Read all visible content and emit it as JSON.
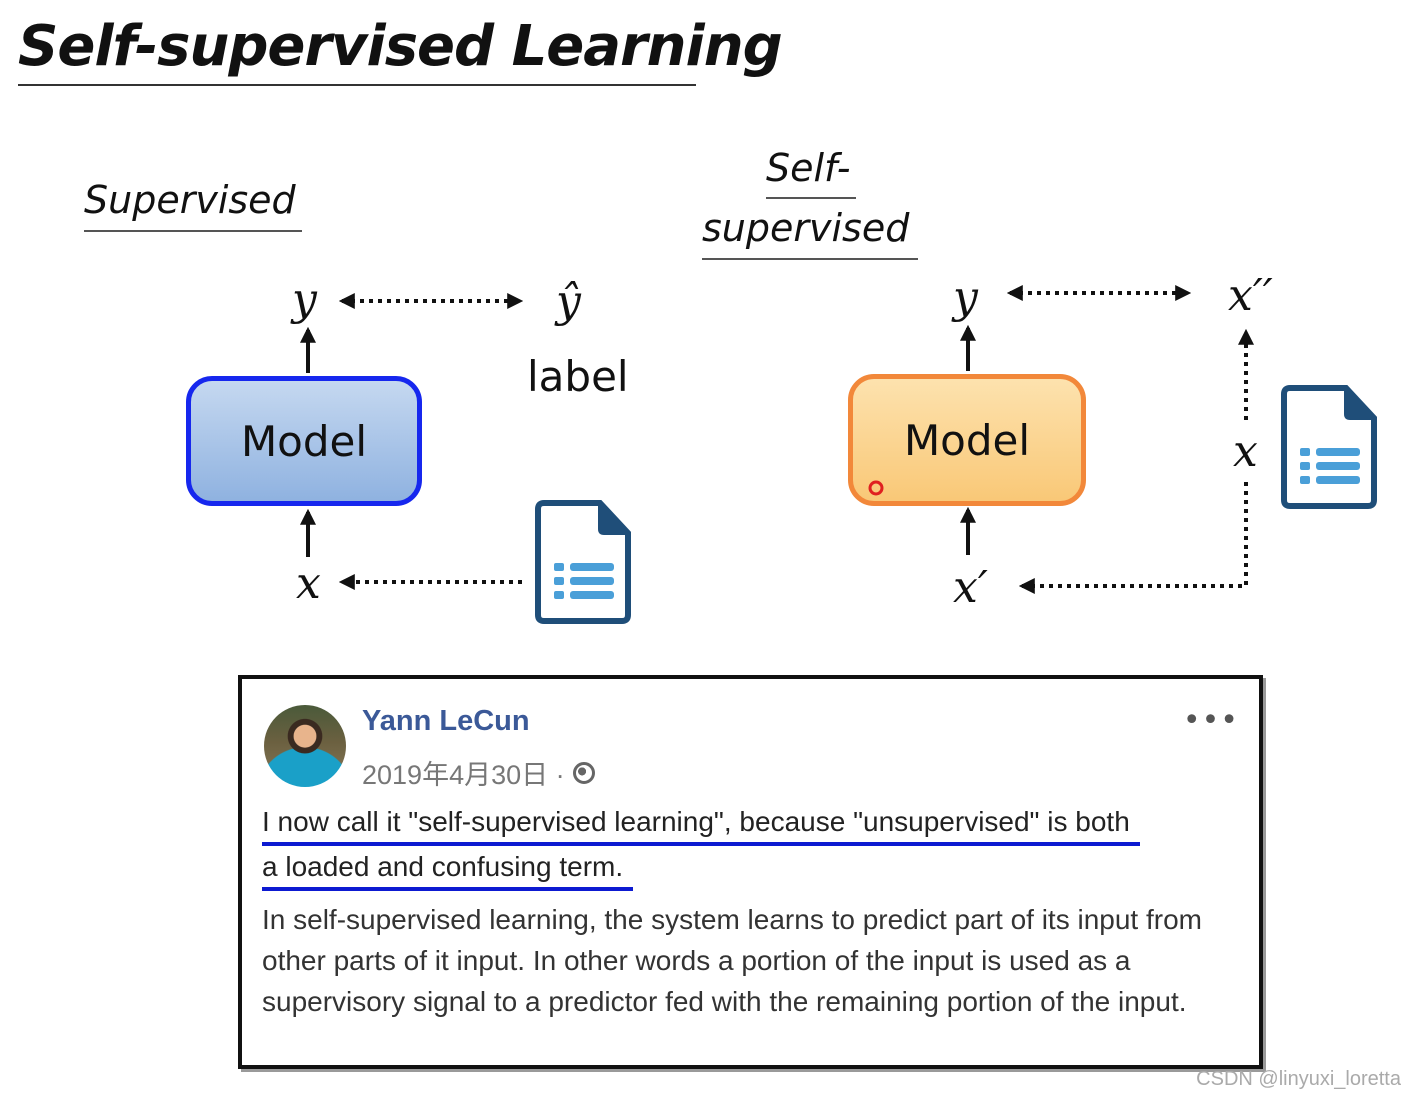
{
  "title": "Self-supervised Learning",
  "supervised": {
    "heading": "Supervised",
    "y": "y",
    "y_hat": "ŷ",
    "label": "label",
    "model": "Model",
    "x": "x"
  },
  "self_supervised": {
    "heading_line1": "Self-",
    "heading_line2": "supervised",
    "y": "y",
    "x_double_prime": "x′′",
    "x": "x",
    "model": "Model",
    "x_prime": "x′"
  },
  "post": {
    "author": "Yann LeCun",
    "date": "2019年4月30日 · ",
    "more": "•••",
    "quote_line1": "I now call it \"self-supervised learning\", because \"unsupervised\" is both",
    "quote_line2": "a loaded and confusing term.",
    "body": "In self-supervised learning, the system learns to predict part of its input from other parts of it input. In other words a portion of the input is used as a supervisory signal to a predictor fed with the remaining portion of the input."
  },
  "watermark": "CSDN @linyuxi_loretta",
  "colors": {
    "supervised_border": "#1627ee",
    "self_supervised_border": "#f2883a",
    "doc_icon": "#1f4e79",
    "author_link": "#3b5998",
    "underline": "#0d1ad1"
  }
}
